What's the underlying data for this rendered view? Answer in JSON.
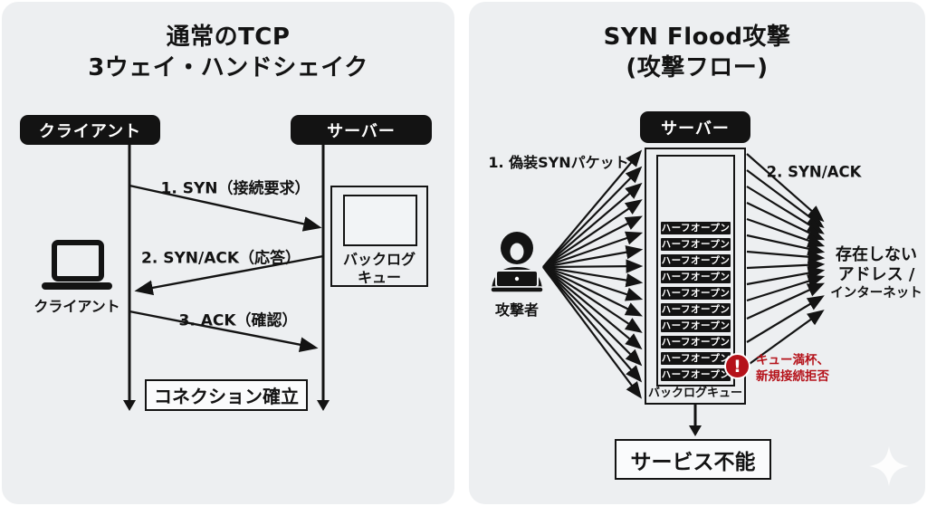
{
  "colors": {
    "panel_bg": "#edeff1",
    "node_black": "#131313",
    "accent_red": "#b5121a"
  },
  "left_panel": {
    "title_line1": "通常のTCP",
    "title_line2": "3ウェイ・ハンドシェイク",
    "client_box": "クライアント",
    "server_box": "サーバー",
    "step1": "1. SYN（接続要求）",
    "step2": "2. SYN/ACK（応答）",
    "step3": "3. ACK（確認）",
    "client_caption": "クライアント",
    "backlog_line1": "バックログ",
    "backlog_line2": "キュー",
    "result": "コネクション確立"
  },
  "right_panel": {
    "title_line1": "SYN Flood攻撃",
    "title_line2": "(攻撃フロー)",
    "server_box": "サーバー",
    "attack_label": "1. 偽装SYNパケット",
    "attacker_caption": "攻撃者",
    "synack_label": "2. SYN/ACK",
    "queue_slots": [
      "ハーフオープン",
      "ハーフオープン",
      "ハーフオープン",
      "ハーフオープン",
      "ハーフオープン",
      "ハーフオープン",
      "ハーフオープン",
      "ハーフオープン",
      "ハーフオープン",
      "ハーフオープン"
    ],
    "queue_caption": "バックログキュー",
    "warning_icon": "!",
    "warning_line1": "キュー満杯、",
    "warning_line2": "新規接続拒否",
    "dest_line1": "存在しない",
    "dest_line2": "アドレス /",
    "dest_line3": "インターネット",
    "result": "サービス不能"
  }
}
